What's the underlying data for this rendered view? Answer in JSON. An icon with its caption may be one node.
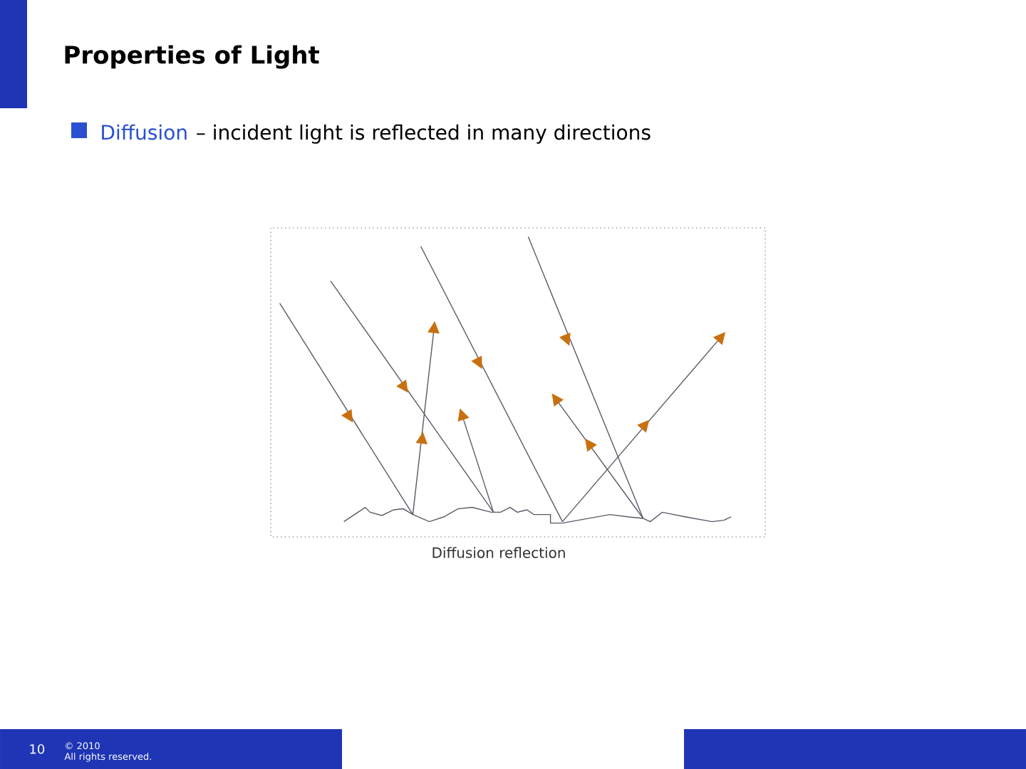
{
  "diagram": {
    "title": "Properties of Light",
    "caption": "Diffusion reflection",
    "labels": [
      "Diffusion",
      "– incident light is reflected in many directions",
      "10",
      "© 2010",
      "All rights reserved."
    ]
  }
}
